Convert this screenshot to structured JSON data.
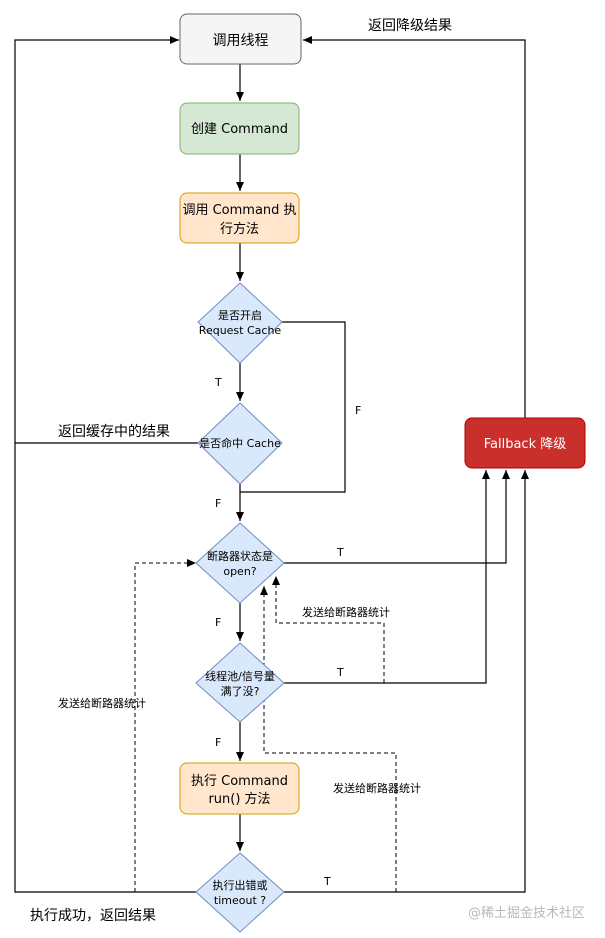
{
  "nodes": {
    "start": "调用线程",
    "create": "创建 Command",
    "execute_line1": "调用 Command 执",
    "execute_line2": "行方法",
    "cache_line1": "是否开启",
    "cache_line2": "Request Cache",
    "hit": "是否命中 Cache",
    "breaker_line1": "断路器状态是",
    "breaker_line2": "open?",
    "pool_line1": "线程池/信号量",
    "pool_line2": "满了没?",
    "run_line1": "执行 Command",
    "run_line2": "run() 方法",
    "error_line1": "执行出错或",
    "error_line2": "timeout ?",
    "fallback": "Fallback 降级"
  },
  "labels": {
    "return_fallback": "返回降级结果",
    "return_cache": "返回缓存中的结果",
    "return_success": "执行成功，返回结果",
    "report_1": "发送给断路器统计",
    "report_2": "发送给断路器统计",
    "report_3": "发送给断路器统计",
    "t1": "T",
    "f1": "F",
    "f2": "F",
    "t2": "T",
    "f3": "F",
    "t3": "T",
    "f4": "F",
    "t4": "T"
  },
  "watermark": "@稀土掘金技术社区",
  "colors": {
    "start_fill": "#f5f5f5",
    "start_stroke": "#666666",
    "green_fill": "#d5e8d4",
    "green_stroke": "#82b366",
    "orange_fill": "#ffe6cc",
    "orange_stroke": "#d79b00",
    "diamond_fill": "#dae8fc",
    "diamond_stroke": "#6c8ebf",
    "red_fill": "#c9302c",
    "red_stroke": "#b20000"
  }
}
